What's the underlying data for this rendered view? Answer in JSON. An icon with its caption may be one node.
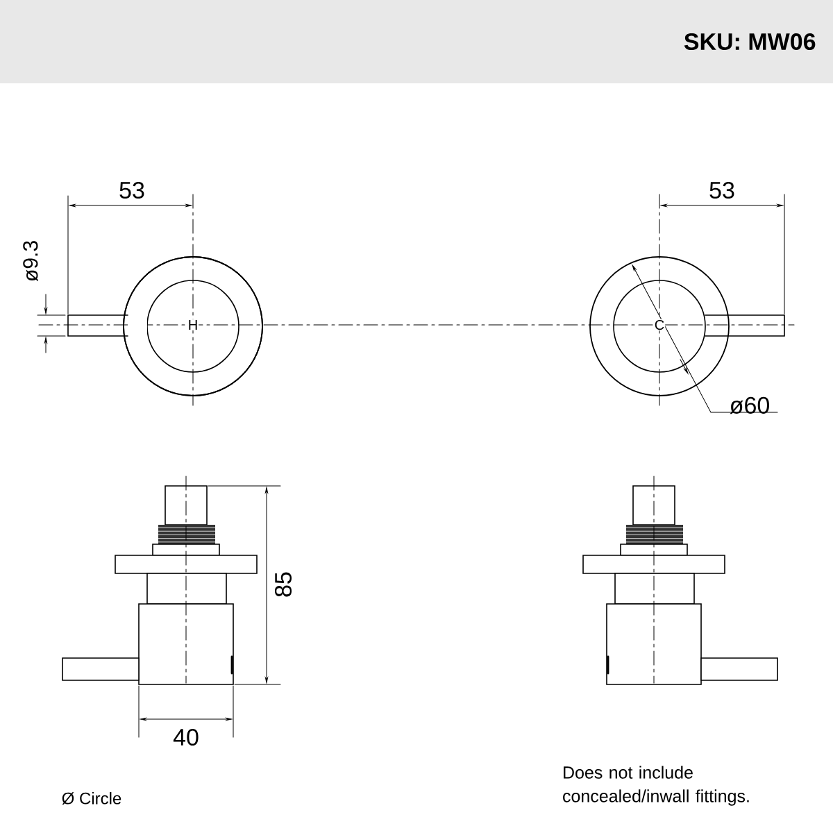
{
  "diagram": {
    "title": "SKU: MW06",
    "labels": [
      "53",
      "53",
      "ø9.3",
      "H",
      "C",
      "ø60",
      "85",
      "40",
      "Ø Circle",
      "Does not include concealed/inwall fittings."
    ]
  }
}
